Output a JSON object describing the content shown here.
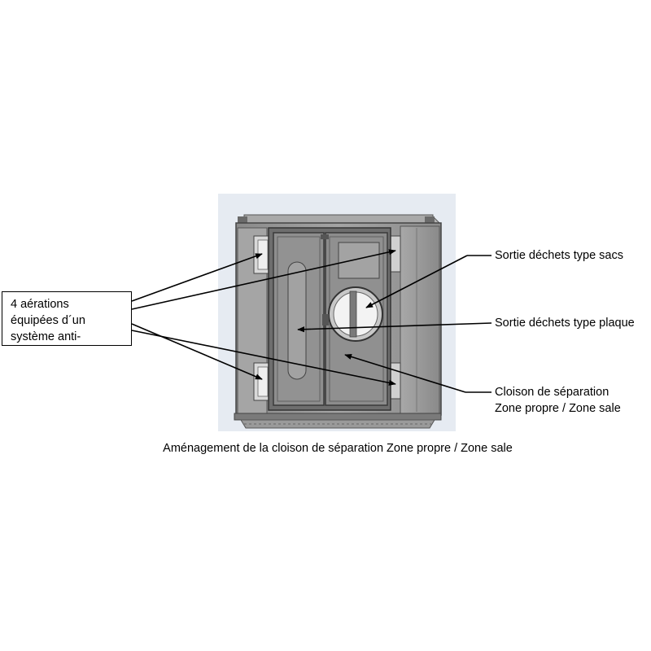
{
  "labels": {
    "aeration": [
      "4 aérations",
      "équipées d´un",
      "système anti-"
    ],
    "sortie_sacs": "Sortie déchets type sacs",
    "sortie_plaque": "Sortie déchets type plaque",
    "cloison": [
      "Cloison de séparation",
      "Zone propre / Zone sale"
    ]
  },
  "caption": "Aménagement de la cloison de séparation Zone propre / Zone sale",
  "colors": {
    "background_panel": "#e6ebf2",
    "cabinet_body": "#9c9c9c",
    "cabinet_dark": "#505050",
    "door_panel": "#8f8f8f",
    "arrow": "#000000"
  }
}
